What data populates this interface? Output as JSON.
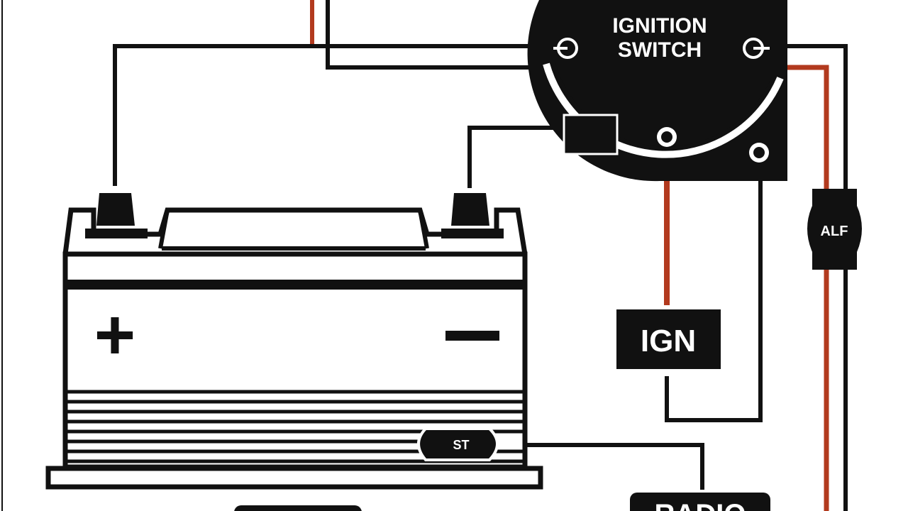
{
  "ignition_switch": {
    "line1": "IGNITION",
    "line2": "SWITCH"
  },
  "ign_box": {
    "label": "IGN"
  },
  "fuse": {
    "label": "ALF"
  },
  "starter_connector": {
    "label": "ST"
  },
  "radio_box": {
    "label": "RADIO"
  },
  "battery": {
    "positive_symbol": "+",
    "negative_symbol": "−"
  },
  "colors": {
    "wire_black": "#111111",
    "wire_red": "#b23a1e",
    "background": "#ffffff"
  }
}
